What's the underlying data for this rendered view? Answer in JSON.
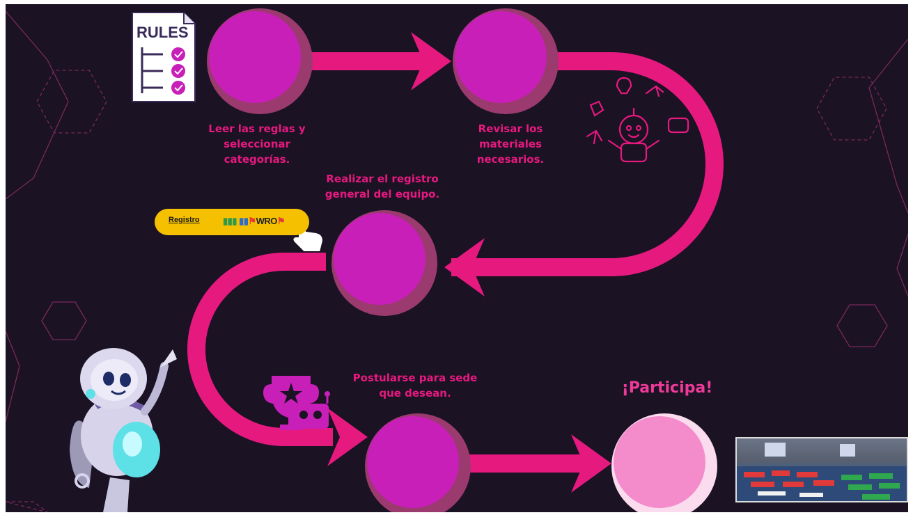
{
  "steps": {
    "step1": "Leer las reglas y\nseleccionar\ncategorías.",
    "step2": "Revisar los\nmateriales\nnecesarios.",
    "step3": "Realizar el registro\ngeneral del equipo.",
    "step4": "Postularse para sede\nque desean.",
    "step5": "¡Participa!"
  },
  "rules_doc": {
    "title": "RULES"
  },
  "registro": {
    "label": "Registro",
    "logo": "WRO"
  },
  "colors": {
    "background": "#1b1224",
    "path": "#e6197f",
    "node": "#c71fb8",
    "node_shadow": "#9b3a6e",
    "final_node": "#f48ccc",
    "label": "#e6197f",
    "button": "#f5c000"
  },
  "icons": [
    "rules-document-icon",
    "robot-ideas-icon",
    "pointer-hand-icon",
    "trophy-robot-icon",
    "robot-mascot-icon"
  ]
}
